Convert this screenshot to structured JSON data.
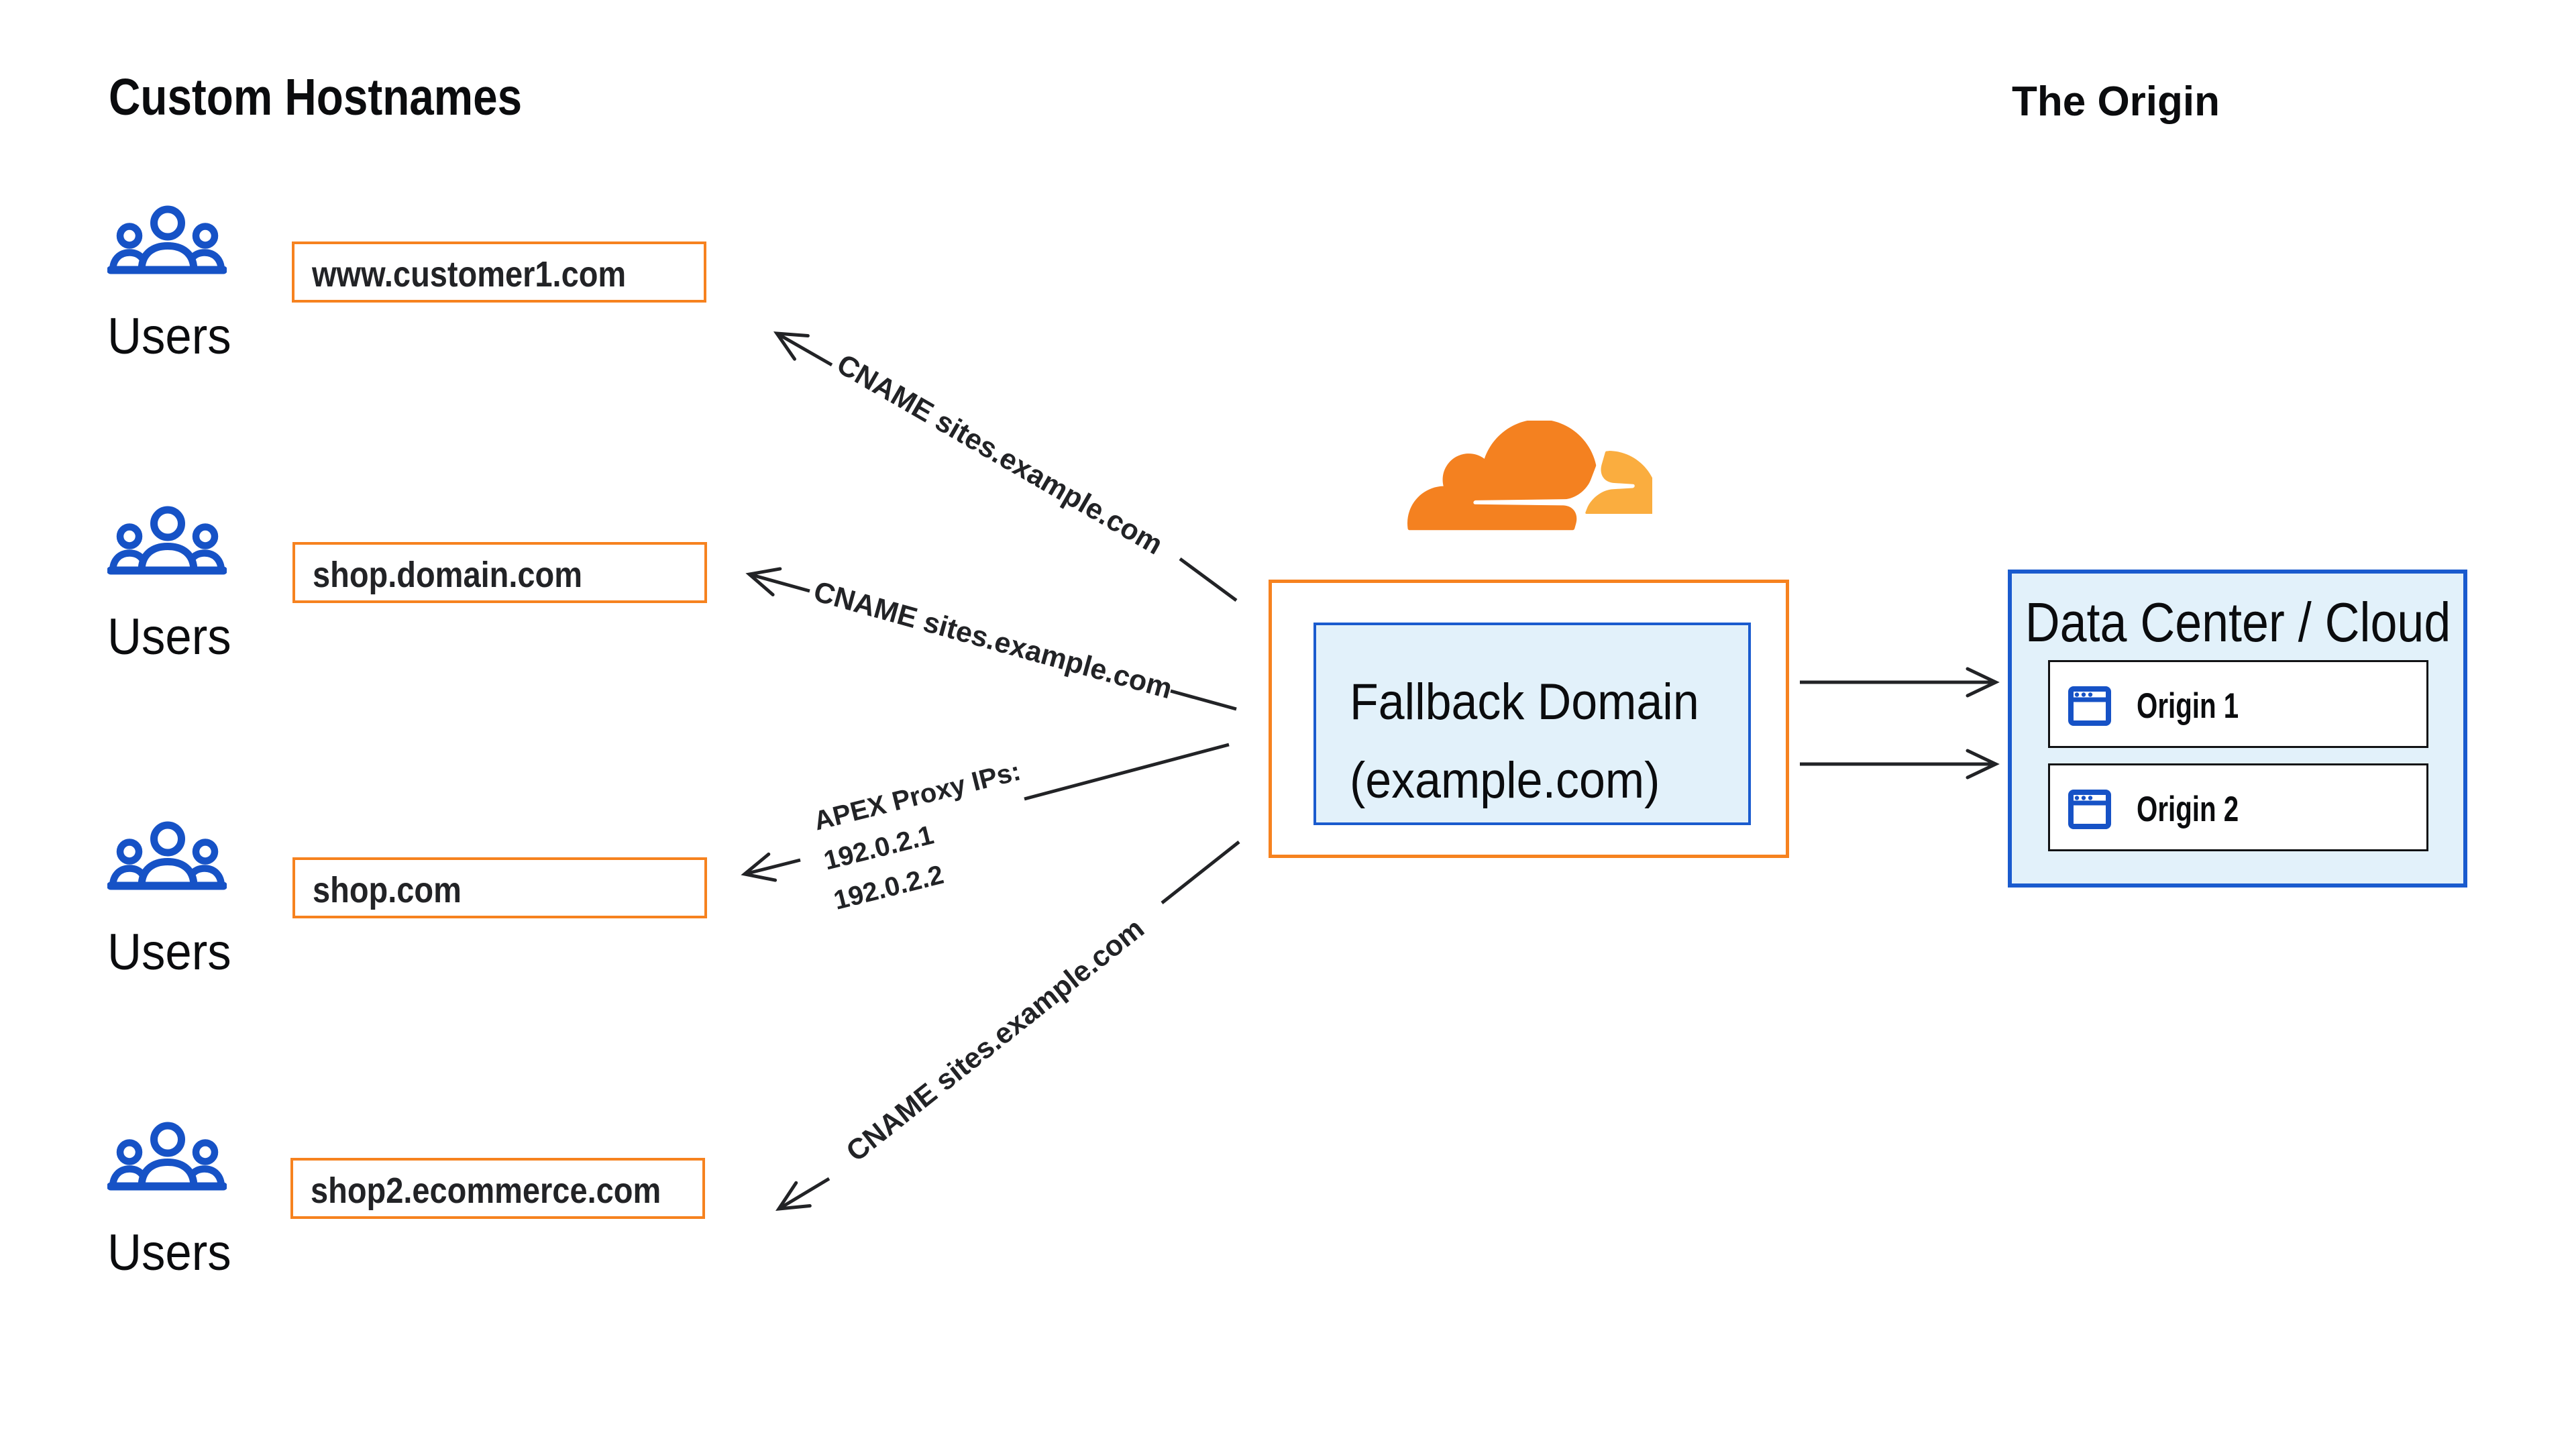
{
  "headings": {
    "left": "Custom Hostnames",
    "right": "The Origin"
  },
  "users_label": "Users",
  "hostnames": [
    "www.customer1.com",
    "shop.domain.com",
    "shop.com",
    "shop2.ecommerce.com"
  ],
  "connector_labels": {
    "cname": "CNAME sites.example.com",
    "apex_line1": "APEX Proxy IPs:",
    "apex_line2": "192.0.2.1",
    "apex_line3": "192.0.2.2"
  },
  "fallback": {
    "line1": "Fallback Domain",
    "line2": "(example.com)"
  },
  "datacenter": {
    "title": "Data Center / Cloud",
    "servers": [
      "Origin 1",
      "Origin 2"
    ]
  },
  "icons": {
    "users": "users-icon",
    "cloudflare": "cloudflare-logo-icon",
    "browser_window": "browser-window-icon",
    "arrow": "arrowhead-icon"
  },
  "colors": {
    "orange": "#f6821f",
    "logo_orange": "#f48120",
    "logo_light_orange": "#faad3f",
    "blue_border": "#1a5bce",
    "icon_blue": "#1652c6",
    "light_blue_fill": "#e2f1fa",
    "line_black": "#222326",
    "text_black": "#0b0c0e",
    "background": "#ffffff"
  }
}
